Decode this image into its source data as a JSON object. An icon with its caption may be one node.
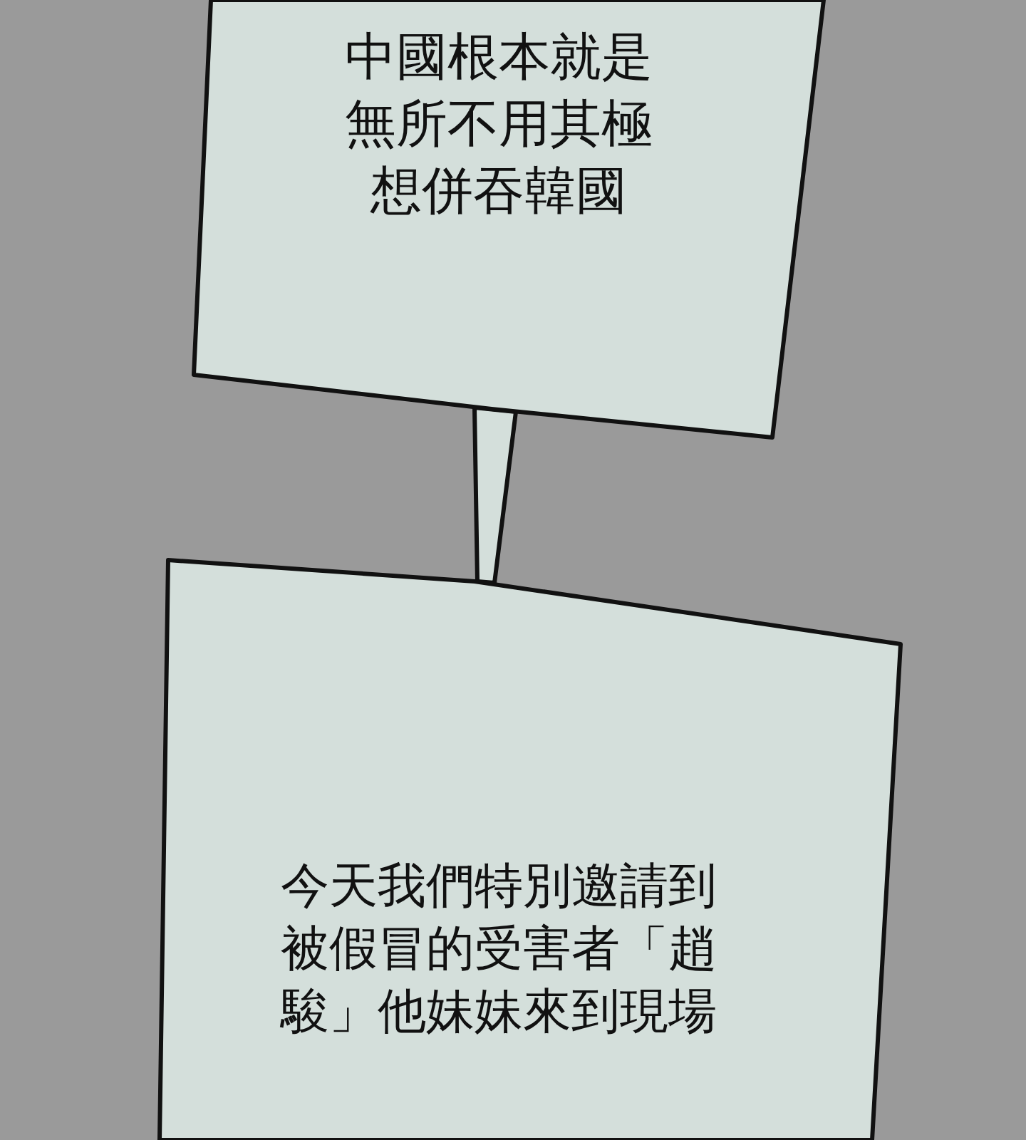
{
  "diagram": {
    "nodes": [
      {
        "text": [
          "中國根本就是無所不用其極想併吞韓國"
        ]
      },
      {
        "text": [
          "今天我們特別邀請到被假冒的受害者「趙駿」他妹妹來到現場"
        ]
      }
    ],
    "edges": [
      {
        "from": 0,
        "to": 1,
        "arrow": "none"
      }
    ]
  }
}
